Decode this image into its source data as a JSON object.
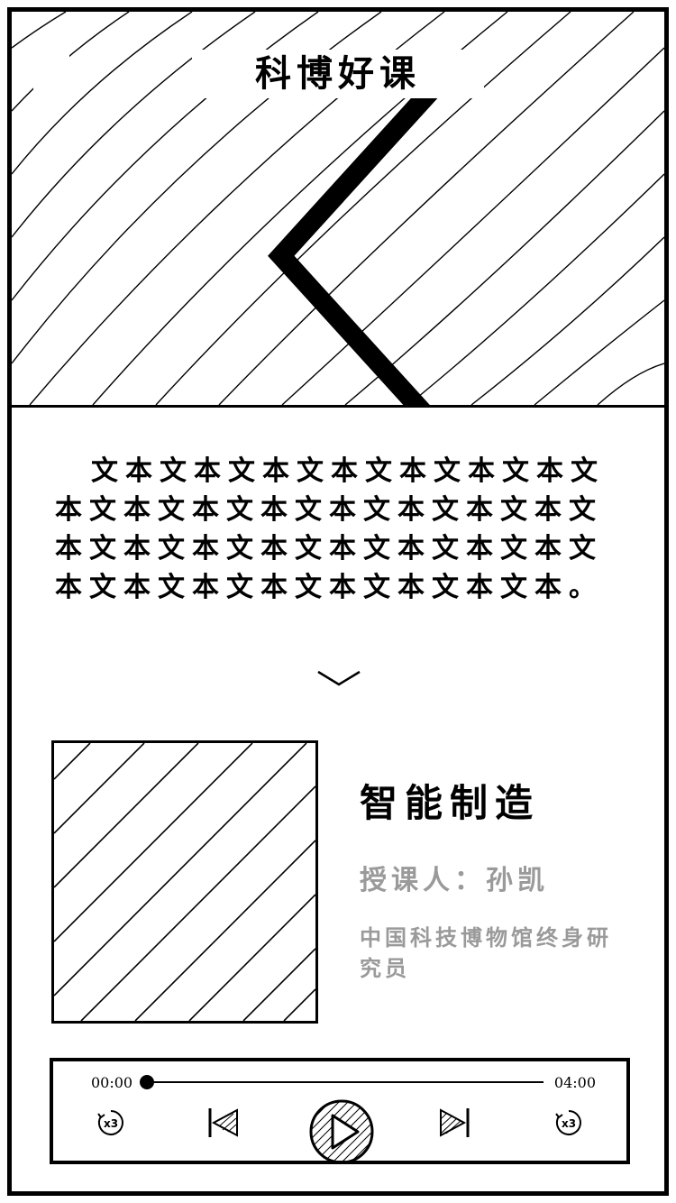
{
  "header": {
    "title": "科博好课",
    "back_icon": "chevron-left-icon"
  },
  "description": {
    "text": "文本文本文本文本文本文本文本文本文本文本文本文本文本文本文本文本文本文本文本文本文本文本文本文本文本文本文本文本文本文本文本。",
    "expand_icon": "chevron-down-icon"
  },
  "course": {
    "title": "智能制造",
    "teacher": "授课人：孙凯",
    "teacher_title": "中国科技博物馆终身研究员"
  },
  "player": {
    "current_time": "00:00",
    "total_time": "04:00",
    "progress": 0,
    "speed_label_left": "x3",
    "speed_label_right": "x3",
    "icons": [
      "speed-icon",
      "previous-icon",
      "play-icon",
      "next-icon",
      "speed-icon"
    ]
  }
}
